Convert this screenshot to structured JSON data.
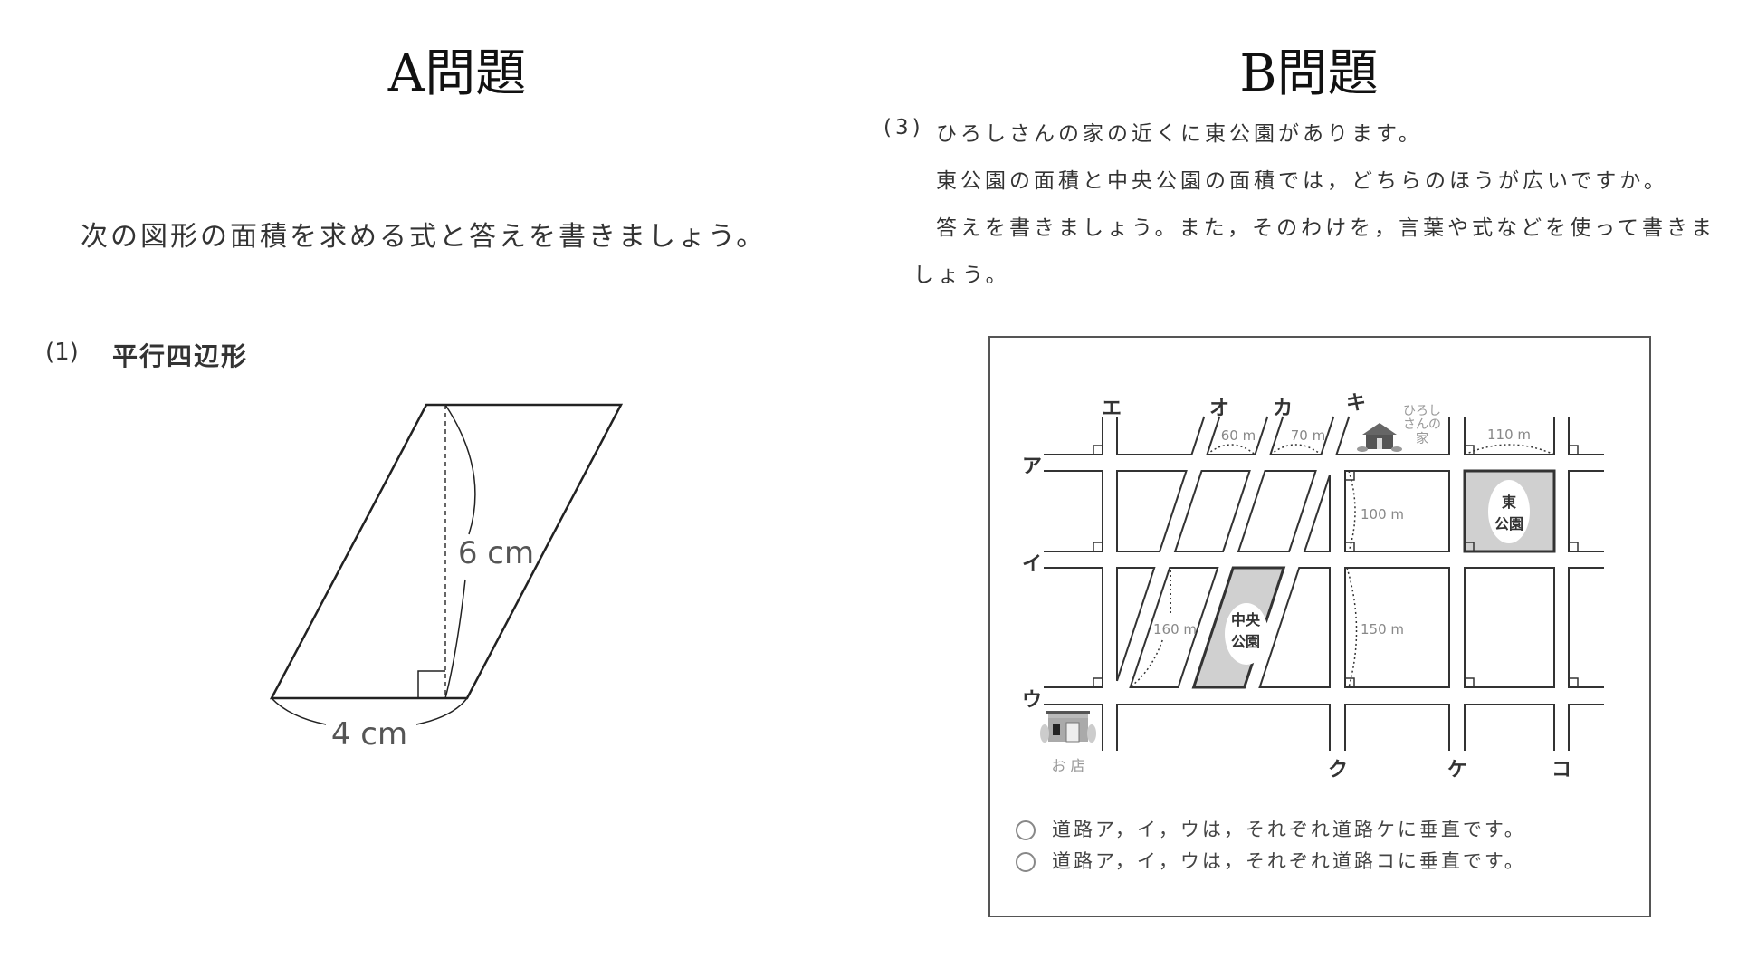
{
  "section_a": {
    "title": "A問題",
    "instruction": "次の図形の面積を求める式と答えを書きましょう。",
    "problem_number": "(1)",
    "shape_name": "平行四辺形",
    "height_label": "6 cm",
    "base_label": "4 cm"
  },
  "section_b": {
    "title": "B問題",
    "problem_number": "(3)",
    "lines": [
      "ひろしさんの家の近くに東公園があります。",
      "東公園の面積と中央公園の面積では，どちらのほうが広いですか。",
      "答えを書きましょう。また，そのわけを，言葉や式などを使って書きま",
      "しょう。"
    ],
    "map": {
      "horizontal_roads": [
        "ア",
        "イ",
        "ウ"
      ],
      "top_roads": [
        "エ",
        "オ",
        "カ",
        "キ"
      ],
      "bottom_roads": [
        "ク",
        "ケ",
        "コ"
      ],
      "distances": {
        "oka": "60 m",
        "kaki": "70 m",
        "keko": "110 m",
        "ku_row1": "100 m",
        "ku_row2": "150 m",
        "central": "160 m"
      },
      "east_park": [
        "東",
        "公園"
      ],
      "central_park": [
        "中央",
        "公園"
      ],
      "house_label": [
        "ひろし",
        "さんの",
        "家"
      ],
      "shop_label": "お 店",
      "notes": [
        "道路ア，イ，ウは，それぞれ道路ケに垂直です。",
        "道路ア，イ，ウは，それぞれ道路コに垂直です。"
      ]
    }
  }
}
